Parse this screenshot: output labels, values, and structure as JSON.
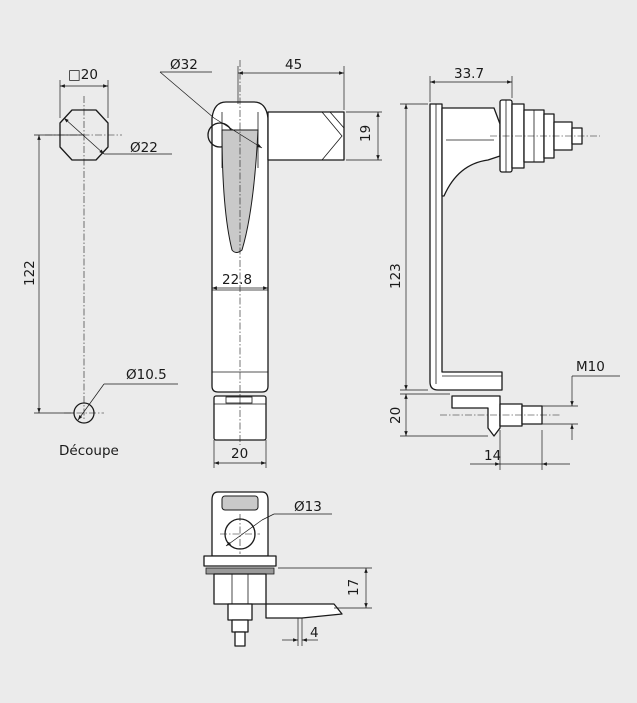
{
  "dimensions": {
    "square_20": "□20",
    "dia_22": "Ø22",
    "height_122": "122",
    "dia_10_5": "Ø10.5",
    "decoupe": "Découpe",
    "dia_32": "Ø32",
    "length_45": "45",
    "height_19": "19",
    "width_22_8": "22.8",
    "width_20": "20",
    "length_33_7": "33.7",
    "height_123": "123",
    "thread_m10": "M10",
    "height_20": "20",
    "length_14": "14",
    "dia_13": "Ø13",
    "height_17": "17",
    "thickness_4": "4"
  }
}
